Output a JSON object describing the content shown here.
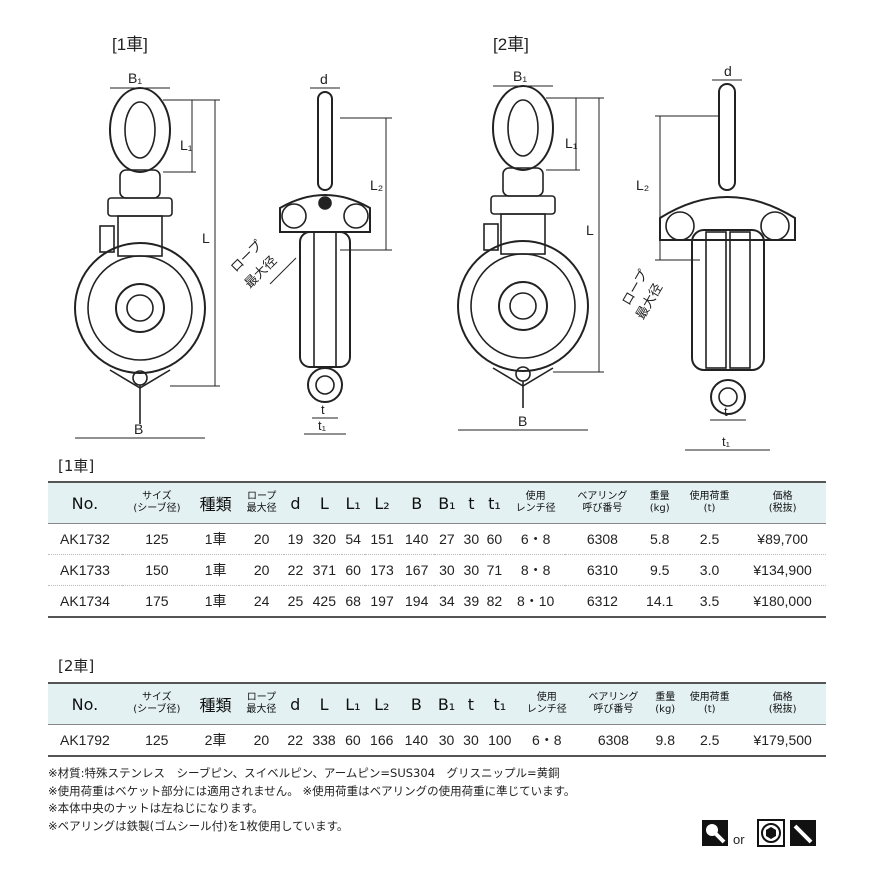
{
  "headings": {
    "single_title": "[1車]",
    "double_title": "[2車]",
    "table1_label": "[1車]",
    "table2_label": "[2車]"
  },
  "dims": {
    "B1": "B₁",
    "d": "d",
    "L1": "L₁",
    "L2": "L₂",
    "L": "L",
    "B": "B",
    "t": "t",
    "t1": "t₁",
    "rope": "ロープ",
    "rope_max": "最大径"
  },
  "columns": [
    {
      "main": "No.",
      "sub": ""
    },
    {
      "main": "サイズ",
      "sub": "(シーブ径)"
    },
    {
      "main": "種類",
      "sub": ""
    },
    {
      "main": "ロープ",
      "sub": "最大径"
    },
    {
      "main": "d",
      "sub": ""
    },
    {
      "main": "L",
      "sub": ""
    },
    {
      "main": "L₁",
      "sub": ""
    },
    {
      "main": "L₂",
      "sub": ""
    },
    {
      "main": "B",
      "sub": ""
    },
    {
      "main": "B₁",
      "sub": ""
    },
    {
      "main": "t",
      "sub": ""
    },
    {
      "main": "t₁",
      "sub": ""
    },
    {
      "main": "使用",
      "sub": "レンチ径"
    },
    {
      "main": "ベアリング",
      "sub": "呼び番号"
    },
    {
      "main": "重量",
      "sub": "(kg)"
    },
    {
      "main": "使用荷重",
      "sub": "(t)"
    },
    {
      "main": "価格",
      "sub": "(税抜)"
    }
  ],
  "table1_rows": [
    [
      "AK1732",
      "125",
      "1車",
      "20",
      "19",
      "320",
      "54",
      "151",
      "140",
      "27",
      "30",
      "60",
      "6・8",
      "6308",
      "5.8",
      "2.5",
      "¥89,700"
    ],
    [
      "AK1733",
      "150",
      "1車",
      "20",
      "22",
      "371",
      "60",
      "173",
      "167",
      "30",
      "30",
      "71",
      "8・8",
      "6310",
      "9.5",
      "3.0",
      "¥134,900"
    ],
    [
      "AK1734",
      "175",
      "1車",
      "24",
      "25",
      "425",
      "68",
      "197",
      "194",
      "34",
      "39",
      "82",
      "8・10",
      "6312",
      "14.1",
      "3.5",
      "¥180,000"
    ]
  ],
  "table2_rows": [
    [
      "AK1792",
      "125",
      "2車",
      "20",
      "22",
      "338",
      "60",
      "166",
      "140",
      "30",
      "30",
      "100",
      "6・8",
      "6308",
      "9.8",
      "2.5",
      "¥179,500"
    ]
  ],
  "notes": [
    "※材質:特殊ステンレス　シーブピン、スイベルピン、アームピン=SUS304　グリスニップル=黄銅",
    "※使用荷重はベケット部分には適用されません。 ※使用荷重はベアリングの使用荷重に準じています。",
    "※本体中央のナットは左ねじになります。",
    "※ベアリングは鉄製(ゴムシール付)を1枚使用しています。"
  ],
  "tools": {
    "or_label": "or",
    "icons": [
      "wrench-icon",
      "socket-icon",
      "screwdriver-icon"
    ]
  }
}
